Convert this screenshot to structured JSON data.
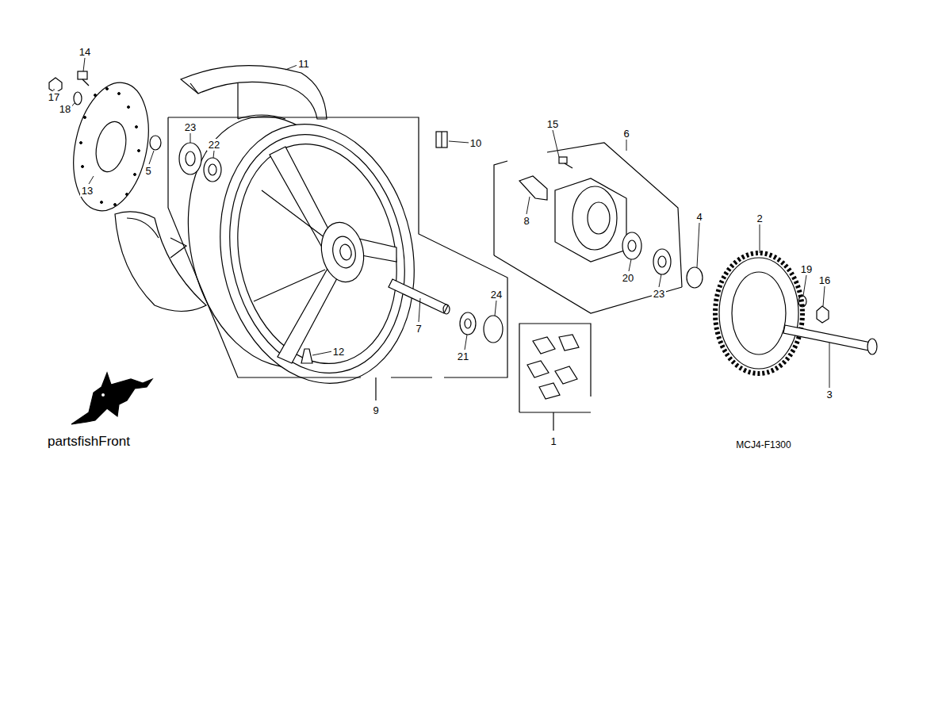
{
  "diagram": {
    "labels": [
      "14",
      "11",
      "17",
      "18",
      "23",
      "22",
      "10",
      "15",
      "6",
      "5",
      "13",
      "8",
      "2",
      "4",
      "20",
      "23",
      "19",
      "16",
      "24",
      "7",
      "21",
      "12",
      "9",
      "3",
      "1",
      "partsfishFront",
      "MCJ4-F1300"
    ]
  }
}
